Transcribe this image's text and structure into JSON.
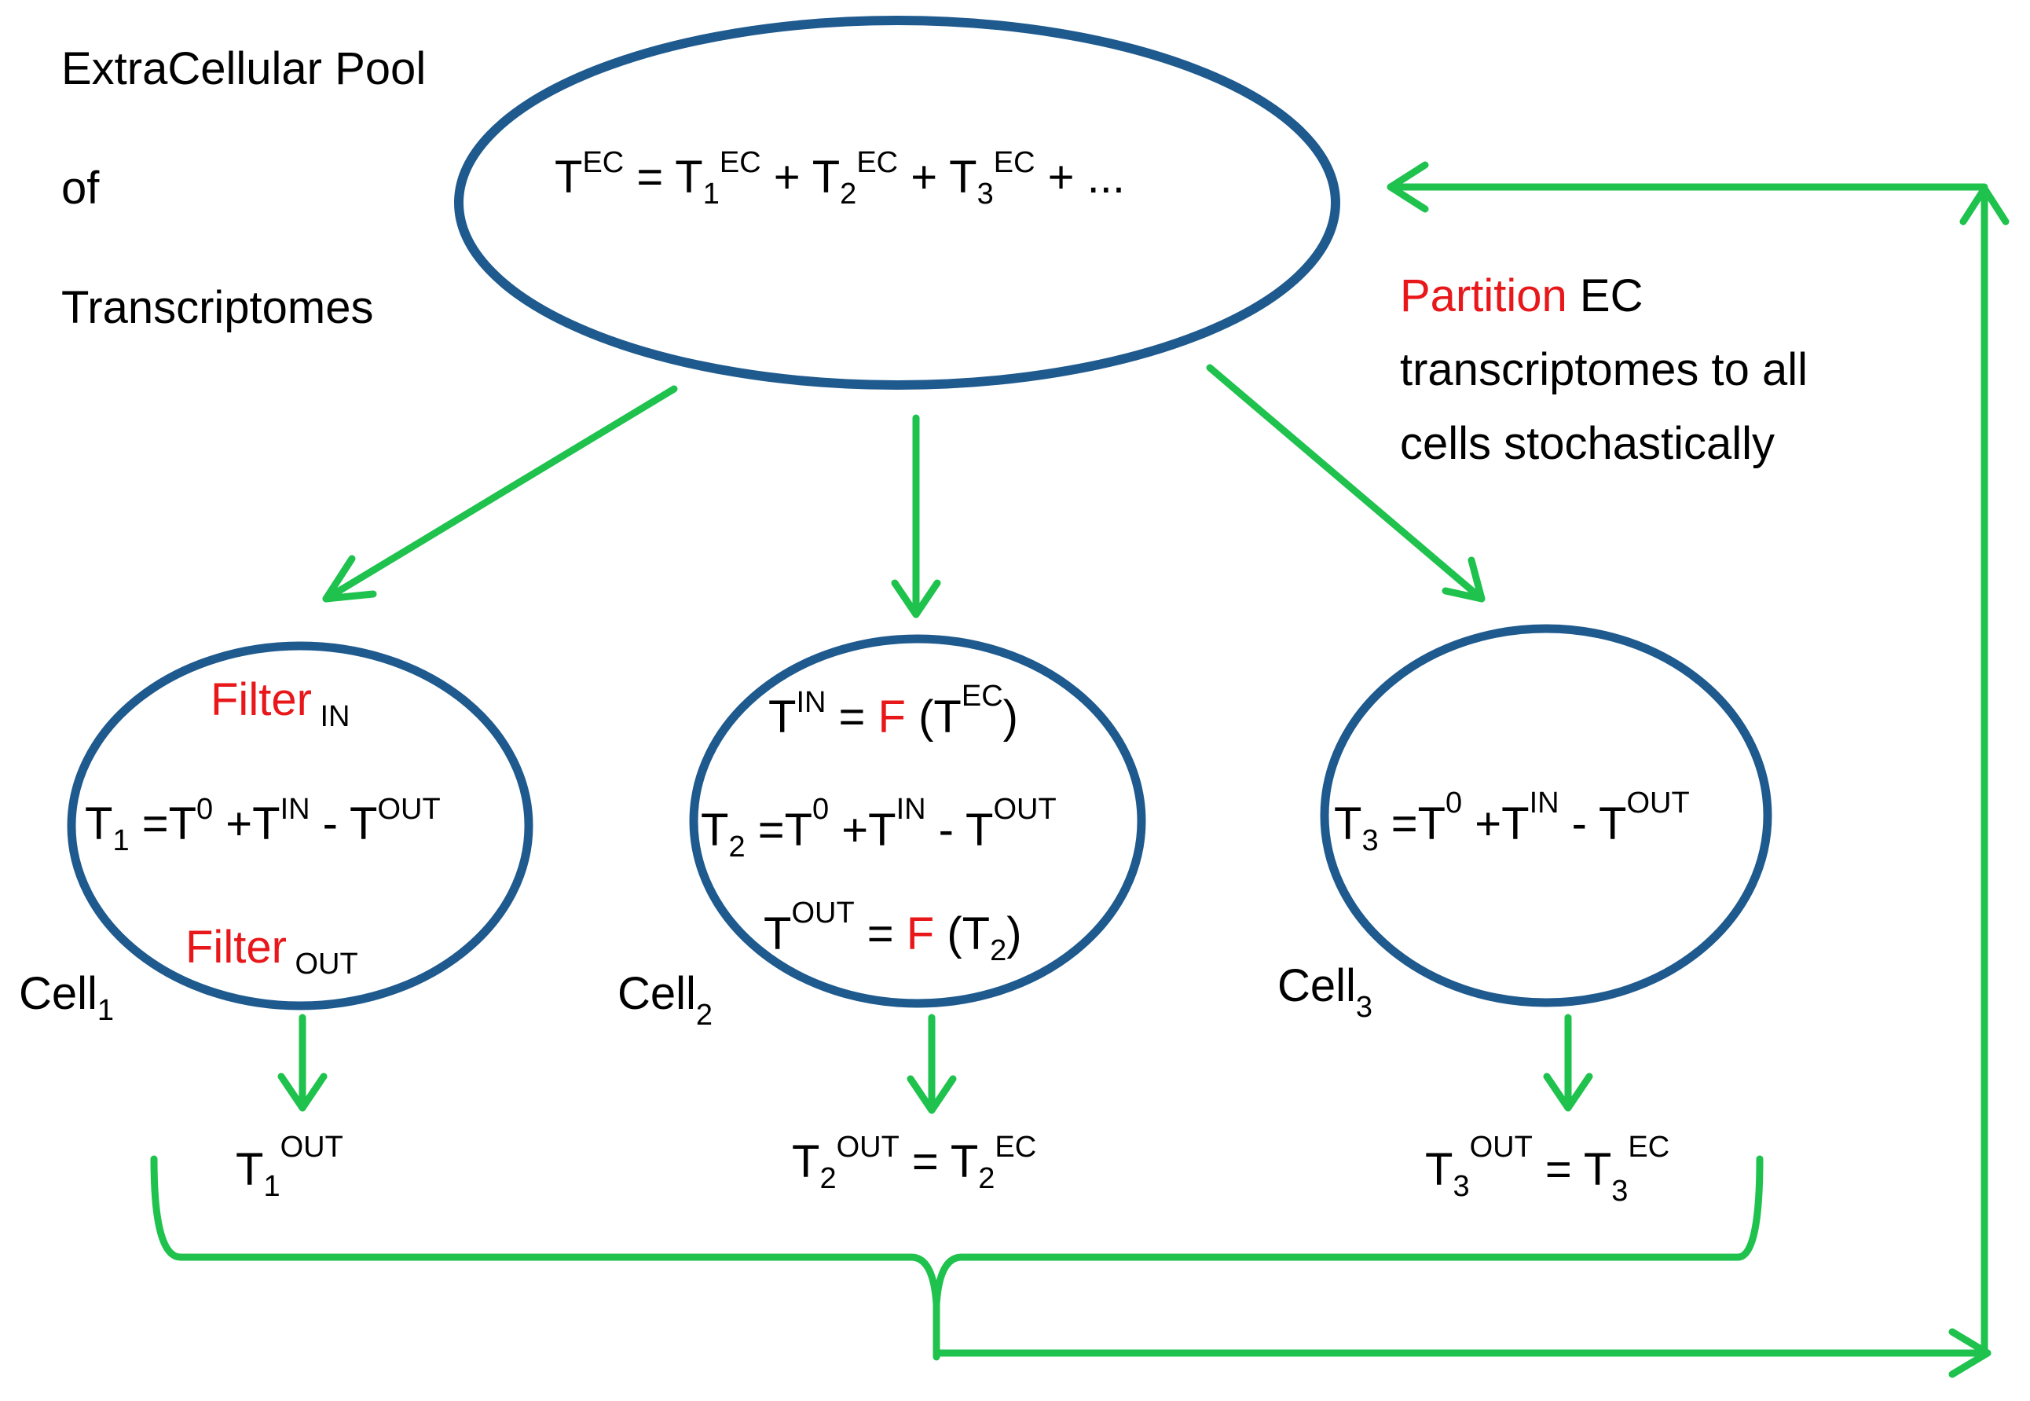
{
  "colors": {
    "ellipse_stroke": "#1f5a8e",
    "arrow": "#1ec24d",
    "highlight": "#e8171a",
    "text": "#000000"
  },
  "pool_label": {
    "line1": "ExtraCellular Pool",
    "line2": "of",
    "line3": "Transcriptomes"
  },
  "pool_equation": {
    "t": "T",
    "ec": "EC",
    "eq": " = ",
    "t1": "T",
    "s1": "1",
    "ec1": "EC",
    "plus1": " + ",
    "t2": "T",
    "s2": "2",
    "ec2": "EC",
    "plus2": " + ",
    "t3": "T",
    "s3": "3",
    "ec3": "EC",
    "tail": " + ..."
  },
  "partition_note": {
    "word": "Partition",
    "rest": " EC",
    "line2": "transcriptomes to all",
    "line3": "cells stochastically"
  },
  "cell1": {
    "label_main": "Cell",
    "label_sub": "1",
    "filter_in": "Filter",
    "filter_in_sub": " IN",
    "filter_out": "Filter",
    "filter_out_sub": " OUT",
    "eq": {
      "t": "T",
      "s": "1",
      "a": " =T",
      "zero": "0",
      "b": " +T",
      "in": "IN",
      "c": " - T",
      "out": "OUT"
    },
    "output": {
      "t": "T",
      "s": "1",
      "out": "OUT"
    }
  },
  "cell2": {
    "label_main": "Cell",
    "label_sub": "2",
    "tin": {
      "t": "T",
      "in": "IN",
      "eq": " = ",
      "f": "F",
      "p1": " (T",
      "ec": "EC",
      "p2": ")"
    },
    "eq": {
      "t": "T",
      "s": "2",
      "a": " =T",
      "zero": "0",
      "b": " +T",
      "in": "IN",
      "c": " - T",
      "out": "OUT"
    },
    "tout": {
      "t": "T",
      "out": "OUT",
      "eq": " = ",
      "f": "F",
      "p1": " (T",
      "s": "2",
      "p2": ")"
    },
    "output": {
      "t": "T",
      "s": "2",
      "out": "OUT",
      "eq": " = T",
      "s2": "2",
      "ec": "EC"
    }
  },
  "cell3": {
    "label_main": "Cell",
    "label_sub": "3",
    "eq": {
      "t": "T",
      "s": "3",
      "a": " =T",
      "zero": "0",
      "b": " +T",
      "in": "IN",
      "c": " - T",
      "out": "OUT"
    },
    "output": {
      "t": "T",
      "s": "3",
      "out": "OUT",
      "eq": " = T",
      "s2": "3",
      "ec": "EC"
    }
  }
}
